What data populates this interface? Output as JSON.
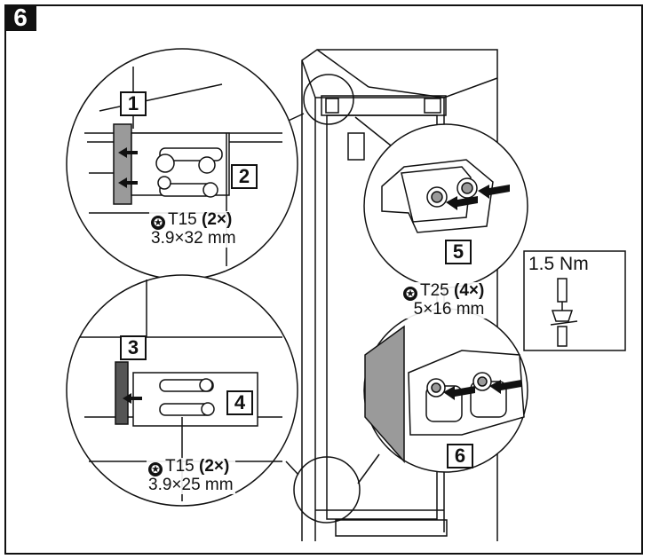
{
  "step": {
    "number": "6"
  },
  "callouts": {
    "c1": "1",
    "c2": "2",
    "c3": "3",
    "c4": "4",
    "c5": "5",
    "c6": "6"
  },
  "specs": {
    "top_left": {
      "torx_icon": "torx-star-icon",
      "bit": "T15",
      "qty": "(2×)",
      "size": "3.9×32 mm"
    },
    "middle_right": {
      "torx_icon": "torx-star-icon",
      "bit": "T25",
      "qty": "(4×)",
      "size": "5×16 mm"
    },
    "bottom_left": {
      "torx_icon": "torx-star-icon",
      "bit": "T15",
      "qty": "(2×)",
      "size": "3.9×25 mm"
    }
  },
  "torque": {
    "value": "1.5 Nm",
    "icon": "torque-screwdriver-icon"
  },
  "colors": {
    "line": "#111111",
    "shade": "#9a9a9a",
    "background": "#ffffff"
  }
}
